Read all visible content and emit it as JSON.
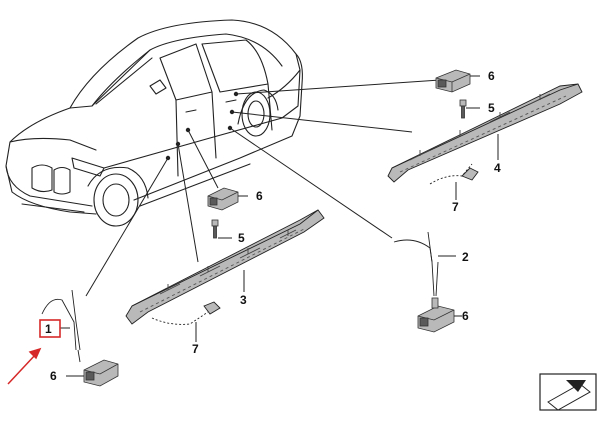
{
  "callouts": [
    {
      "id": "c1",
      "label": "1"
    },
    {
      "id": "c6a",
      "label": "6"
    },
    {
      "id": "c6b",
      "label": "6"
    },
    {
      "id": "c6c",
      "label": "6"
    },
    {
      "id": "c6d",
      "label": "6"
    },
    {
      "id": "c5a",
      "label": "5"
    },
    {
      "id": "c5b",
      "label": "5"
    },
    {
      "id": "c4",
      "label": "4"
    },
    {
      "id": "c3",
      "label": "3"
    },
    {
      "id": "c2",
      "label": "2"
    },
    {
      "id": "c7a",
      "label": "7"
    },
    {
      "id": "c7b",
      "label": "7"
    }
  ],
  "colors": {
    "line": "#222222",
    "highlight_box": "#d62828",
    "arrow": "#d62828",
    "part_fill": "#b9b9b9",
    "part_dark": "#5a5a5a"
  },
  "diagram_code": "487246"
}
